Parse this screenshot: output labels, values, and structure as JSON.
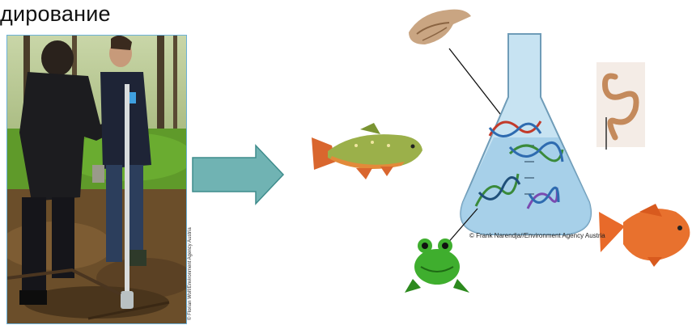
{
  "title": "дирование",
  "photo": {
    "credit": "© Florian Wolf/Environment Agency Austria"
  },
  "flask": {
    "credit": "© Frank Narendja//Environment Agency Austria"
  },
  "colors": {
    "arrow_fill": "#70b3b3",
    "arrow_stroke": "#3f8c8c",
    "photo_border": "#6ab0d8"
  },
  "icons": [
    "shell-icon",
    "worm-icon",
    "trout-icon",
    "goldfish-icon",
    "frog-icon",
    "dna-icon",
    "flask-icon",
    "arrow-right-icon"
  ]
}
